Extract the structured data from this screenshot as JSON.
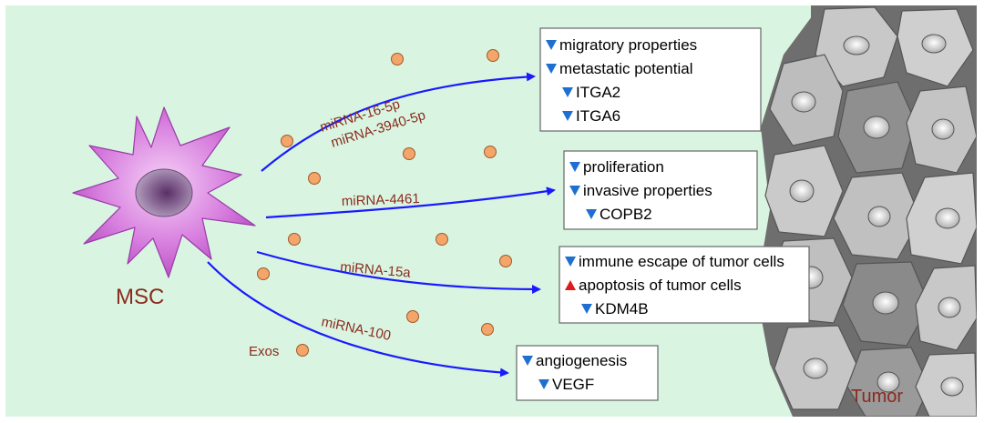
{
  "labels": {
    "msc": "MSC",
    "exos": "Exos",
    "tumor": "Tumor"
  },
  "mirnas": [
    "miRNA-16-5p",
    "miRNA-3940-5p",
    "miRNA-4461",
    "miRNA-15a",
    "miRNA-100"
  ],
  "effect_boxes": [
    {
      "items": [
        {
          "text": "migratory properties",
          "direction": "down",
          "level": 0
        },
        {
          "text": "metastatic potential",
          "direction": "down",
          "level": 0
        },
        {
          "text": "ITGA2",
          "direction": "down",
          "level": 1
        },
        {
          "text": "ITGA6",
          "direction": "down",
          "level": 1
        }
      ]
    },
    {
      "items": [
        {
          "text": "proliferation",
          "direction": "down",
          "level": 0
        },
        {
          "text": "invasive properties",
          "direction": "down",
          "level": 0
        },
        {
          "text": "COPB2",
          "direction": "down",
          "level": 1
        }
      ]
    },
    {
      "items": [
        {
          "text": "immune escape of tumor cells",
          "direction": "down",
          "level": 0
        },
        {
          "text": "apoptosis of tumor cells",
          "direction": "up",
          "level": 0
        },
        {
          "text": "KDM4B",
          "direction": "down",
          "level": 1
        }
      ]
    },
    {
      "items": [
        {
          "text": "angiogenesis",
          "direction": "down",
          "level": 0
        },
        {
          "text": "VEGF",
          "direction": "down",
          "level": 1
        }
      ]
    }
  ],
  "colors": {
    "background": "#d9f5e1",
    "arrow": "#1a1aff",
    "down_marker": "#1f6fd1",
    "up_marker": "#e01b1b",
    "label_red": "#8b2a1e",
    "exosome": "#f3a56a",
    "cell_light": "#c8c8c8",
    "cell_dark": "#8f8f8f"
  }
}
